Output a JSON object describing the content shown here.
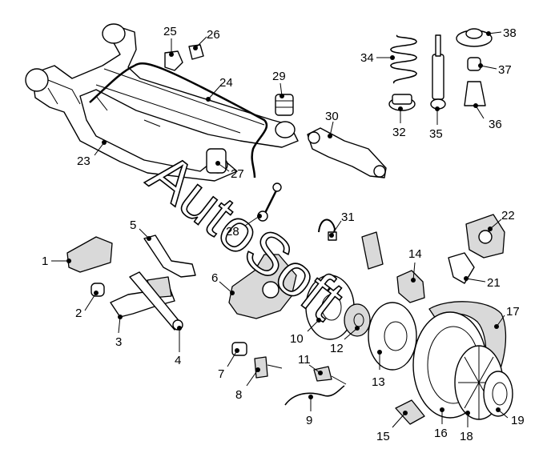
{
  "watermark": {
    "text": "AutoSoft"
  },
  "callouts": [
    {
      "id": "1",
      "label": "1"
    },
    {
      "id": "2",
      "label": "2"
    },
    {
      "id": "3",
      "label": "3"
    },
    {
      "id": "4",
      "label": "4"
    },
    {
      "id": "5",
      "label": "5"
    },
    {
      "id": "6",
      "label": "6"
    },
    {
      "id": "7",
      "label": "7"
    },
    {
      "id": "8",
      "label": "8"
    },
    {
      "id": "9",
      "label": "9"
    },
    {
      "id": "10",
      "label": "10"
    },
    {
      "id": "11",
      "label": "11"
    },
    {
      "id": "12",
      "label": "12"
    },
    {
      "id": "13",
      "label": "13"
    },
    {
      "id": "14",
      "label": "14"
    },
    {
      "id": "15",
      "label": "15"
    },
    {
      "id": "16",
      "label": "16"
    },
    {
      "id": "17",
      "label": "17"
    },
    {
      "id": "18",
      "label": "18"
    },
    {
      "id": "19",
      "label": "19"
    },
    {
      "id": "21",
      "label": "21"
    },
    {
      "id": "22",
      "label": "22"
    },
    {
      "id": "23",
      "label": "23"
    },
    {
      "id": "24",
      "label": "24"
    },
    {
      "id": "25",
      "label": "25"
    },
    {
      "id": "26",
      "label": "26"
    },
    {
      "id": "27",
      "label": "27"
    },
    {
      "id": "28",
      "label": "28"
    },
    {
      "id": "29",
      "label": "29"
    },
    {
      "id": "30",
      "label": "30"
    },
    {
      "id": "31",
      "label": "31"
    },
    {
      "id": "32",
      "label": "32"
    },
    {
      "id": "34",
      "label": "34"
    },
    {
      "id": "35",
      "label": "35"
    },
    {
      "id": "36",
      "label": "36"
    },
    {
      "id": "37",
      "label": "37"
    },
    {
      "id": "38",
      "label": "38"
    }
  ]
}
